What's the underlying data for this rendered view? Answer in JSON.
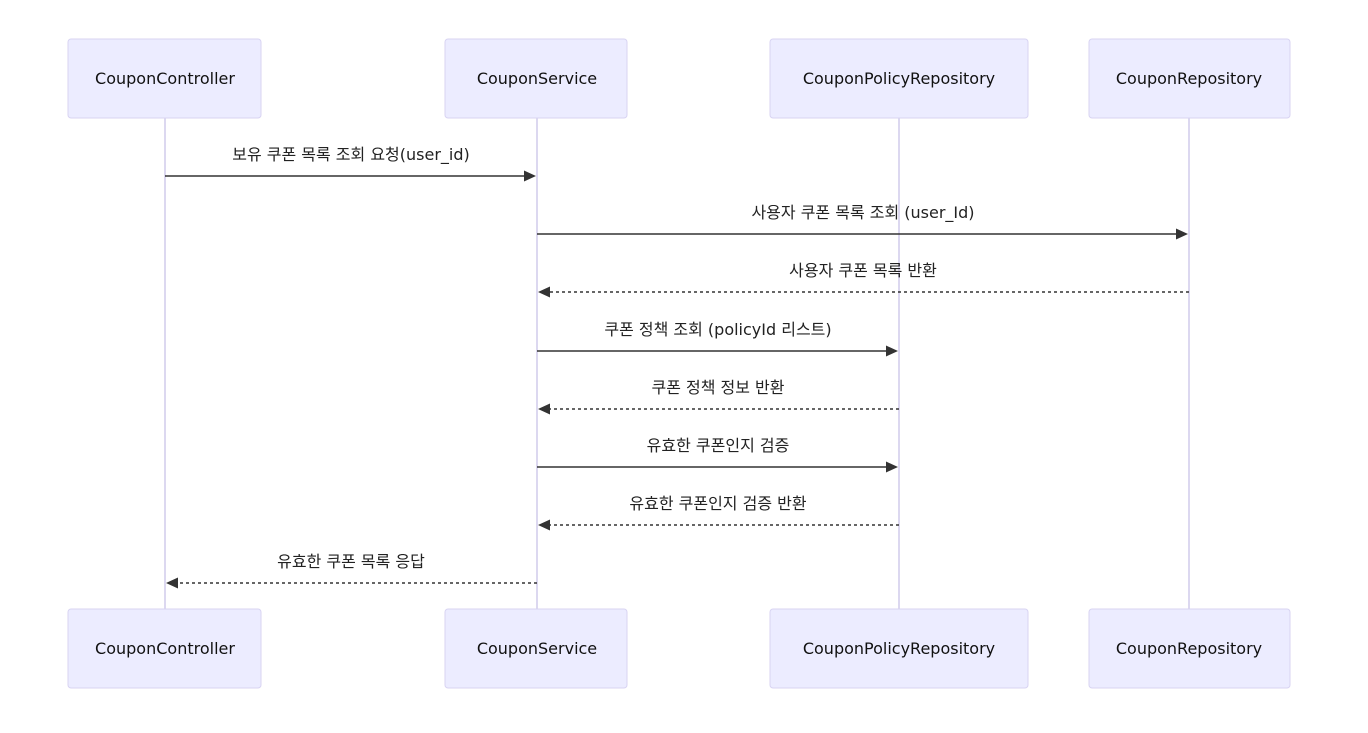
{
  "participants": [
    {
      "id": "controller",
      "label": "CouponController"
    },
    {
      "id": "service",
      "label": "CouponService"
    },
    {
      "id": "policy_repo",
      "label": "CouponPolicyRepository"
    },
    {
      "id": "coupon_repo",
      "label": "CouponRepository"
    }
  ],
  "messages": [
    {
      "from": "controller",
      "to": "service",
      "label": "보유 쿠폰 목록 조회 요청(user_id)",
      "style": "solid"
    },
    {
      "from": "service",
      "to": "coupon_repo",
      "label": "사용자 쿠폰 목록 조회 (user_Id)",
      "style": "solid"
    },
    {
      "from": "coupon_repo",
      "to": "service",
      "label": "사용자 쿠폰 목록 반환",
      "style": "dashed"
    },
    {
      "from": "service",
      "to": "policy_repo",
      "label": "쿠폰 정책 조회 (policyId 리스트)",
      "style": "solid"
    },
    {
      "from": "policy_repo",
      "to": "service",
      "label": "쿠폰 정책 정보 반환",
      "style": "dashed"
    },
    {
      "from": "service",
      "to": "policy_repo",
      "label": "유효한 쿠폰인지 검증",
      "style": "solid"
    },
    {
      "from": "policy_repo",
      "to": "service",
      "label": "유효한 쿠폰인지 검증 반환",
      "style": "dashed"
    },
    {
      "from": "service",
      "to": "controller",
      "label": "유효한 쿠폰 목록 응답",
      "style": "dashed"
    }
  ],
  "colors": {
    "actor_fill": "#ECECFF",
    "actor_border": "#d8d3f2",
    "lifeline": "#dcd8f0",
    "message_line": "#333333"
  }
}
